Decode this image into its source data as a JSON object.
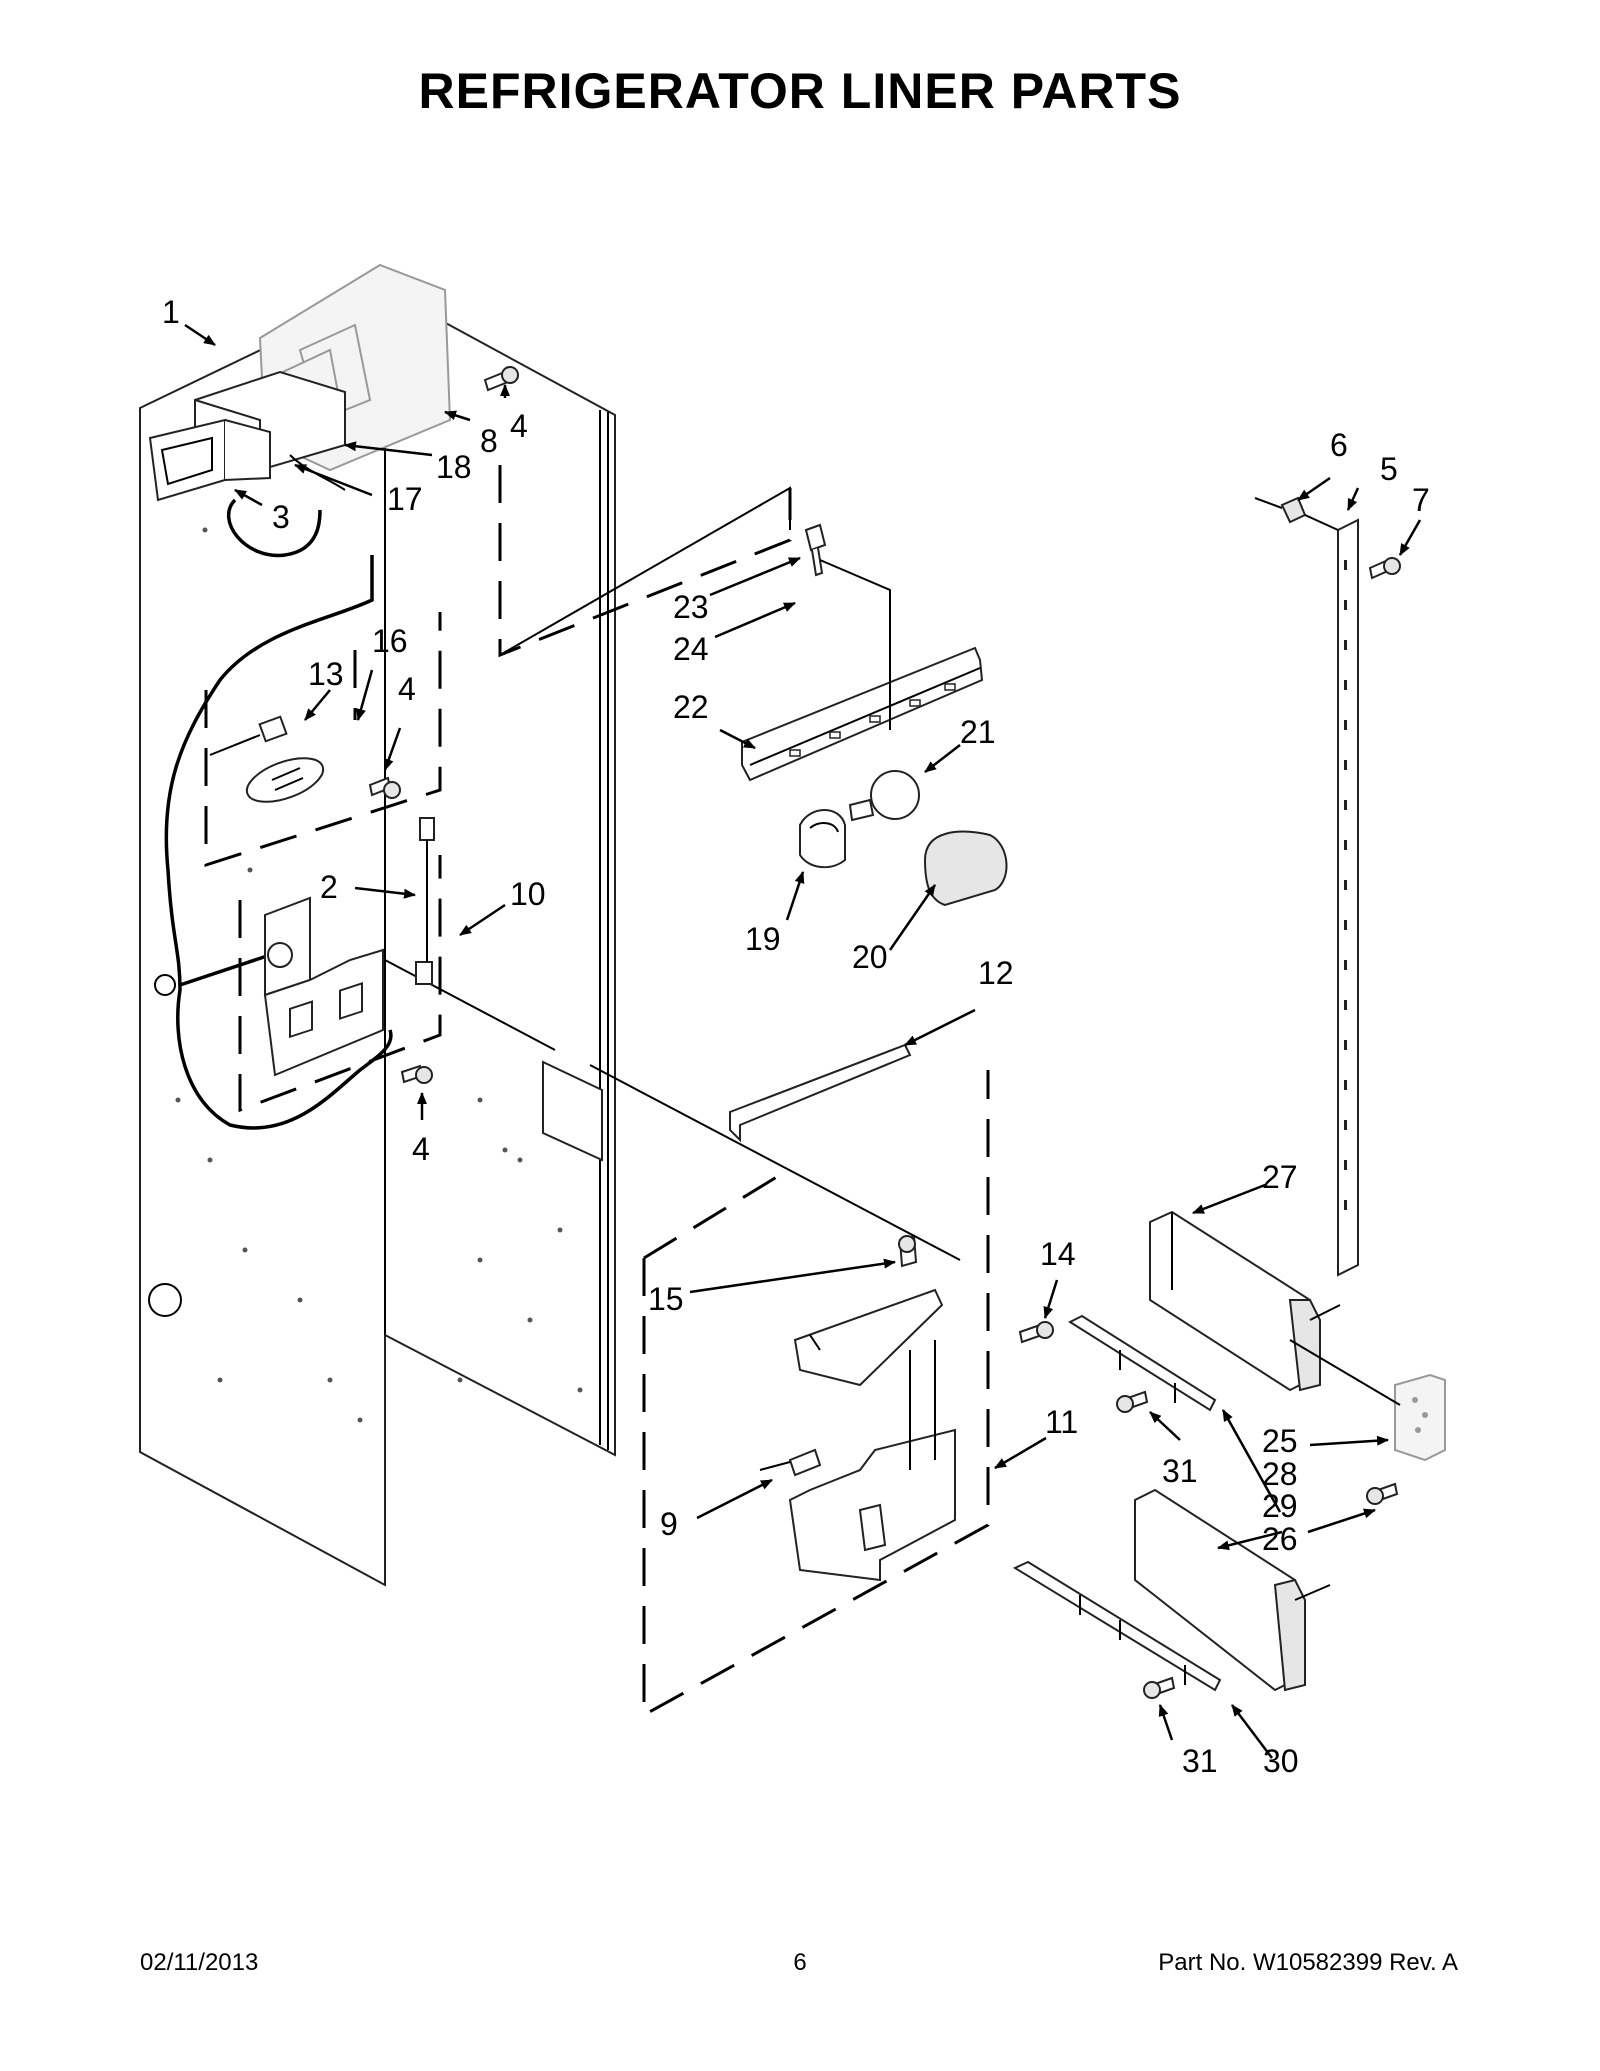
{
  "title": "REFRIGERATOR LINER PARTS",
  "footer": {
    "date": "02/11/2013",
    "page": "6",
    "part_no": "Part No.  W10582399  Rev.  A"
  },
  "callouts": {
    "c1": "1",
    "c2": "2",
    "c3": "3",
    "c4a": "4",
    "c4b": "4",
    "c4c": "4",
    "c5": "5",
    "c6": "6",
    "c7": "7",
    "c8": "8",
    "c9": "9",
    "c10": "10",
    "c11": "11",
    "c12": "12",
    "c13": "13",
    "c14": "14",
    "c15": "15",
    "c16": "16",
    "c17": "17",
    "c18": "18",
    "c19": "19",
    "c20": "20",
    "c21": "21",
    "c22": "22",
    "c23": "23",
    "c24": "24",
    "c25": "25",
    "c26": "26",
    "c27": "27",
    "c28": "28",
    "c29": "29",
    "c30": "30",
    "c31a": "31",
    "c31b": "31"
  }
}
